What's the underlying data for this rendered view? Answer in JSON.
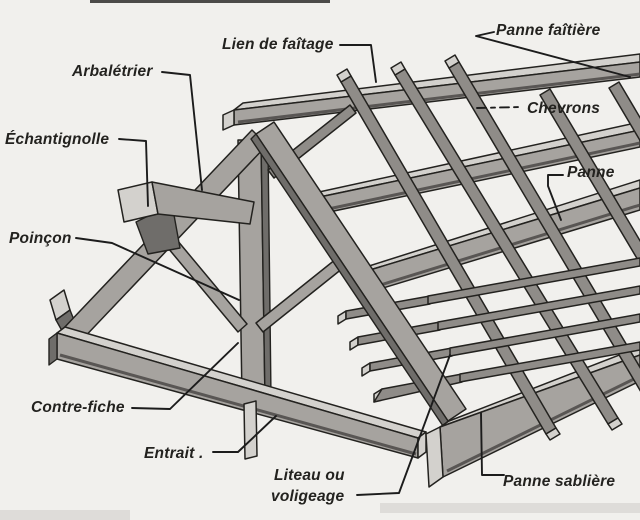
{
  "figure": {
    "type": "technical-line-drawing",
    "labels": [
      {
        "id": "lien-de-faitage",
        "text": "Lien de faîtage"
      },
      {
        "id": "panne-faitiere",
        "text": "Panne faîtière"
      },
      {
        "id": "arbaletrier",
        "text": "Arbalétrier"
      },
      {
        "id": "echantignolle",
        "text": "Échantignolle"
      },
      {
        "id": "chevrons",
        "text": "Chevrons"
      },
      {
        "id": "panne",
        "text": "Panne"
      },
      {
        "id": "poincon",
        "text": "Poinçon"
      },
      {
        "id": "contre-fiche",
        "text": "Contre-fiche"
      },
      {
        "id": "entrait",
        "text": "Entrait ."
      },
      {
        "id": "liteau-voligeage",
        "line1": "Liteau ou",
        "line2": "voligeage"
      },
      {
        "id": "panne-sabliere",
        "text": "Panne sablière"
      }
    ],
    "colors": {
      "background": "#f1f0ed",
      "ink": "#23221f",
      "leader": "#1c1c1c",
      "wood_light": "#d3d1cd",
      "wood_mid": "#a6a39f",
      "wood_midtone": "#8f8c88",
      "wood_dark": "#6f6d6a",
      "wood_shadow": "#4b4946"
    }
  }
}
